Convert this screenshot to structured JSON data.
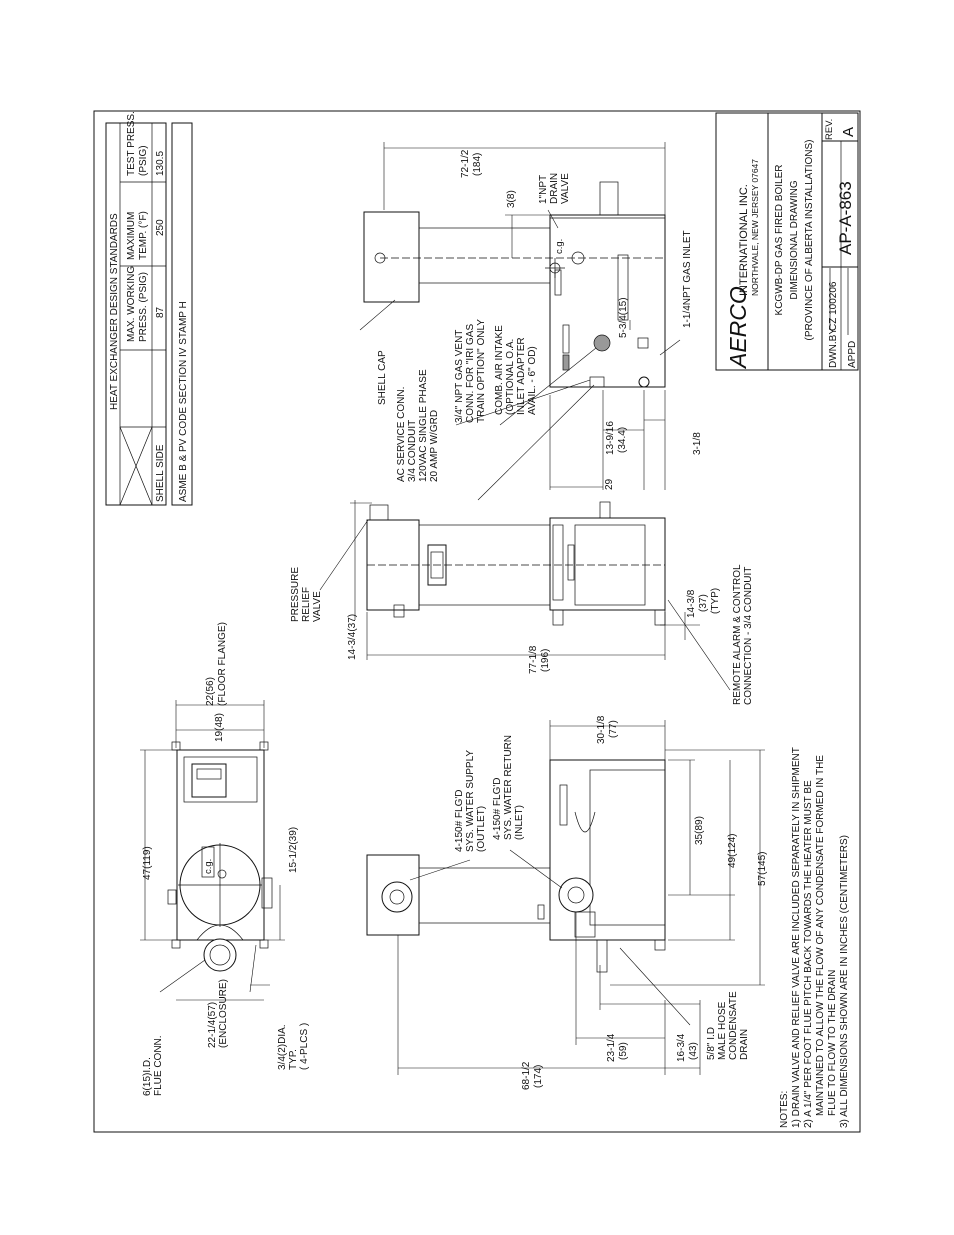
{
  "table": {
    "title": "HEAT EXCHANGER DESIGN STANDARDS",
    "headers": [
      "MAX. WORKING PRESS. (PSIG)",
      "MAXIMUM TEMP. (°F)",
      "TEST PRESS. (PSIG)"
    ],
    "row_label": "SHELL SIDE",
    "row_values": [
      "87",
      "250",
      "130.5"
    ],
    "code_note": "ASME B & PV CODE SECTION IV STAMP H"
  },
  "title_block": {
    "brand": "AERCO",
    "company": "INTERNATIONAL INC.",
    "address": "NORTHVALE, NEW JERSEY 07647",
    "desc_line1": "KCGWB-DP GAS FIRED BOILER",
    "desc_line2": "DIMENSIONAL DRAWING",
    "desc_line3": "(PROVINCE OF ALBERTA INSTALLATIONS)",
    "dwn_by_label": "DWN.BY",
    "dwn_by_value": "CZ 100206",
    "appd_label": "APPD",
    "drawing_no": "AP-A-863",
    "rev_label": "REV.",
    "rev_value": "A"
  },
  "top_view": {
    "dim_47": "47(119)",
    "dim_19": "19(48)",
    "dim_22a": "22(56)",
    "dim_22b": "(FLOOR FLANGE)",
    "dim_15": "15-1/2(39)",
    "cg": "c.g.",
    "flue1": "6(15)I.D.",
    "flue2": "FLUE CONN.",
    "encl1": "22-1/4(57)",
    "encl2": "(ENCLOSURE)",
    "dia1": "3/4(2)DIA.",
    "dia2": "TYP.",
    "dia3": "( 4-PLCS )"
  },
  "front_view": {
    "supply1": "4-150# FLG'D",
    "supply2": "SYS. WATER SUPPLY",
    "supply3": "(OUTLET)",
    "return1": "4-150# FLG'D",
    "return2": "SYS. WATER RETURN",
    "return3": "(INLET)",
    "dim_30a": "30-1/8",
    "dim_30b": "(77)",
    "dim_35": "35(89)",
    "dim_49": "49(124)",
    "dim_57": "57(145)",
    "dim_68a": "68-1/2",
    "dim_68b": "(174)",
    "dim_23a": "23-1/4",
    "dim_23b": "(59)",
    "dim_16a": "16-3/4",
    "dim_16b": "(43)",
    "hose1": "5/8\" I.D",
    "hose2": "MALE HOSE",
    "hose3": "CONDENSATE",
    "hose4": "DRAIN"
  },
  "side_view": {
    "prv1": "PRESSURE",
    "prv2": "RELIEF",
    "prv3": "VALVE",
    "dim_14a": "14-3/4(37)",
    "dim_77a": "77-1/8",
    "dim_77b": "(196)",
    "dim_148a": "14-3/8",
    "dim_148b": "(37)",
    "dim_148c": "(TYP)",
    "remote1": "REMOTE ALARM & CONTROL",
    "remote2": "CONNECTION - 3/4 CONDUIT"
  },
  "rear_view": {
    "ac1": "AC SERVICE CONN.",
    "ac2": "3/4 CONDUIT",
    "ac3": "120VAC SINGLE PHASE",
    "ac4": "20 AMP W/GRD",
    "cap": "SHELL CAP",
    "vent1": "3/4\" NPT GAS VENT",
    "vent2": "CONN. FOR \"IRI GAS",
    "vent3": "TRAIN OPTION\" ONLY",
    "air1": "COMB. AIR INTAKE",
    "air2": "(OPTIONAL O.A.",
    "air3": "INLET ADAPTER",
    "air4": "AVAIL. - 6\" OD)",
    "gas": "1-1/4NPT GAS INLET",
    "drain1": "1\"NPT",
    "drain2": "DRAIN",
    "drain3": "VALVE",
    "dim_72a": "72-1/2",
    "dim_72b": "(184)",
    "dim_3": "3(8)",
    "dim_5": "5-3/4(15)",
    "dim_13a": "13-9/16",
    "dim_13b": "(34.4)",
    "dim_29": "29",
    "dim_31": "3-1/8",
    "cg": "c.g."
  },
  "notes": {
    "heading": "NOTES:",
    "n1": "1) DRAIN VALVE AND RELIEF VALVE ARE INCLUDED SEPARATELY IN SHIPMENT",
    "n2a": "2) A 1/4\" PER FOOT FLUE PITCH BACK TOWARDS THE HEATER MUST BE",
    "n2b": "MAINTAINED TO ALLOW THE FLOW OF ANY CONDENSATE FORMED IN THE",
    "n2c": "FLUE TO FLOW TO THE DRAIN",
    "n3": "3) ALL DIMENSIONS SHOWN ARE IN INCHES (CENTIMETERS)"
  }
}
